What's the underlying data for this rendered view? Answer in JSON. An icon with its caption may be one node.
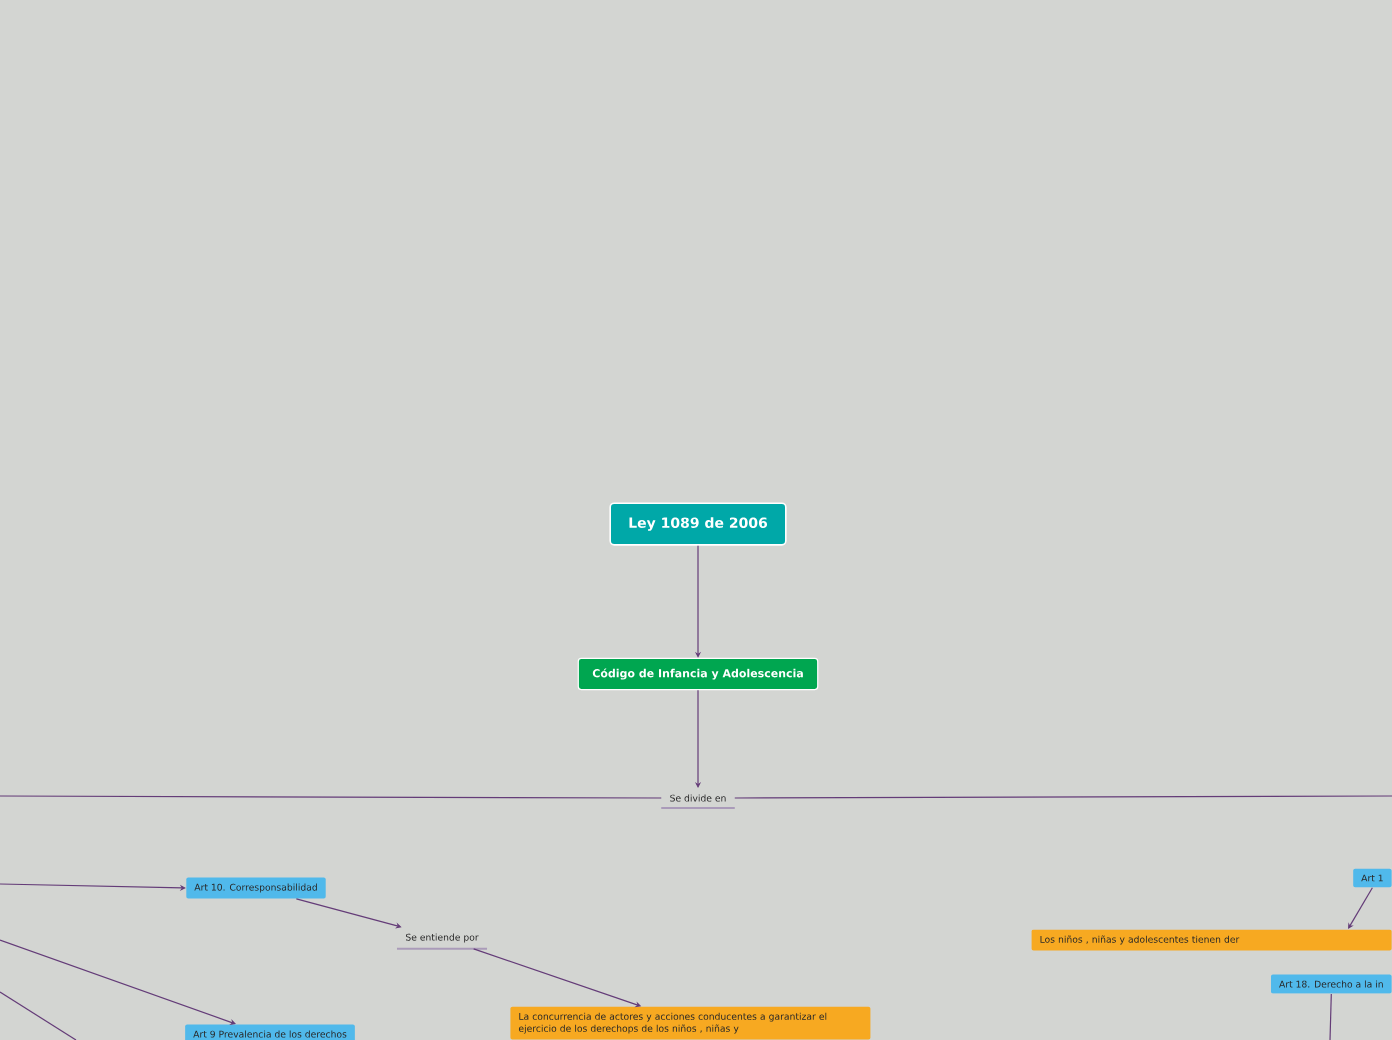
{
  "diagram": {
    "nodes": [
      {
        "text": [
          "Ley 1089 de 2006"
        ]
      },
      {
        "text": [
          "Código de Infancia y Adolescencia"
        ]
      },
      {
        "text": [
          "Se divide en"
        ]
      },
      {
        "text": [
          "Art 10. Corresponsabilidad"
        ]
      },
      {
        "text": [
          "Se entiende por"
        ]
      },
      {
        "text": [
          "La concurrencia de actores y acciones conducentes a garantizar el ejercicio de los derechops de los niños , niñas y"
        ]
      },
      {
        "text": [
          "Art 9 Prevalencia de los derechos"
        ]
      },
      {
        "text": [
          "Art 1"
        ]
      },
      {
        "text": [
          "Los niños , niñas y adolescentes tienen der"
        ]
      },
      {
        "text": [
          "Art 18. Derecho a la in"
        ]
      }
    ],
    "edges": [
      {
        "from": 0,
        "to": 1,
        "arrow": "to"
      },
      {
        "from": 1,
        "to": 2,
        "arrow": "to"
      },
      {
        "from": 2,
        "to": null,
        "arrow": "none"
      },
      {
        "from": 2,
        "to": null,
        "arrow": "none"
      },
      {
        "from": null,
        "to": 3,
        "arrow": "to"
      },
      {
        "from": 3,
        "to": 4,
        "arrow": "to"
      },
      {
        "from": 4,
        "to": 5,
        "arrow": "to"
      },
      {
        "from": null,
        "to": 6,
        "arrow": "to"
      },
      {
        "from": 7,
        "to": 8,
        "arrow": "to"
      },
      {
        "from": 9,
        "to": null,
        "arrow": "none"
      }
    ]
  }
}
